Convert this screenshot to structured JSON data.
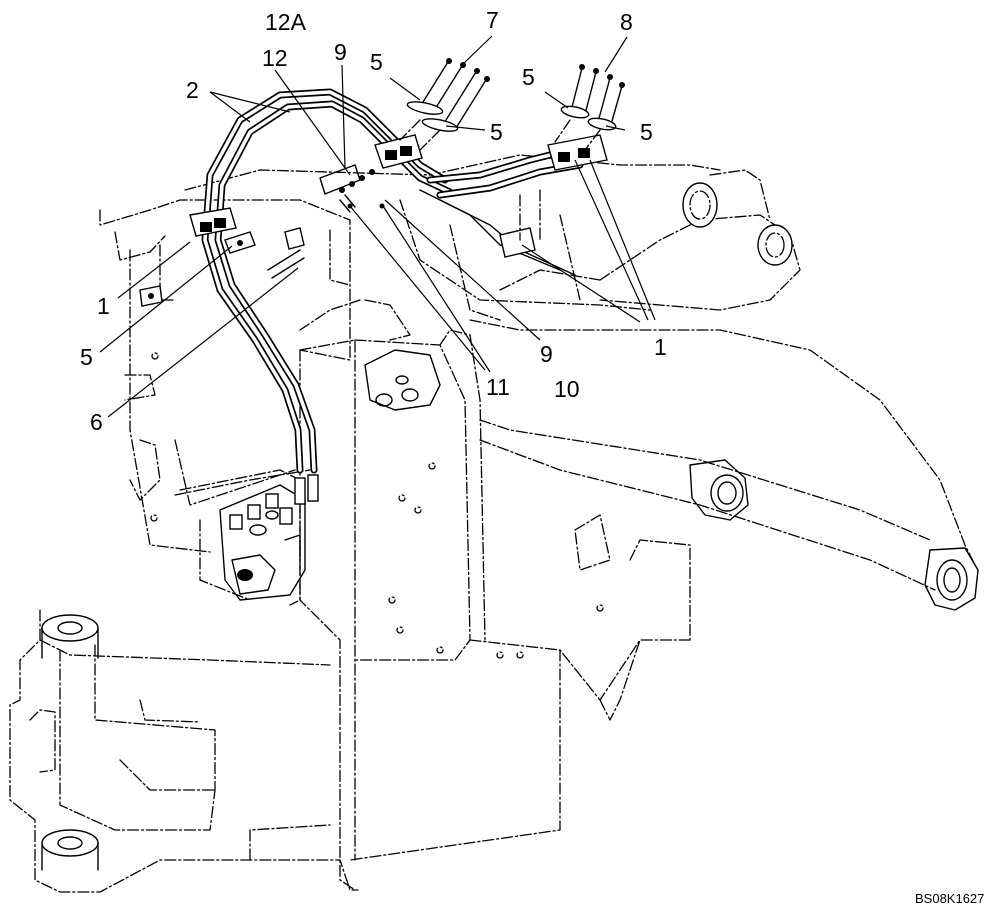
{
  "diagram": {
    "drawing_code": "BS08K1627",
    "callouts": [
      "12A",
      "12",
      "9",
      "7",
      "8",
      "5",
      "5",
      "5",
      "5",
      "2",
      "1",
      "5",
      "6",
      "1",
      "9",
      "11",
      "10"
    ]
  }
}
